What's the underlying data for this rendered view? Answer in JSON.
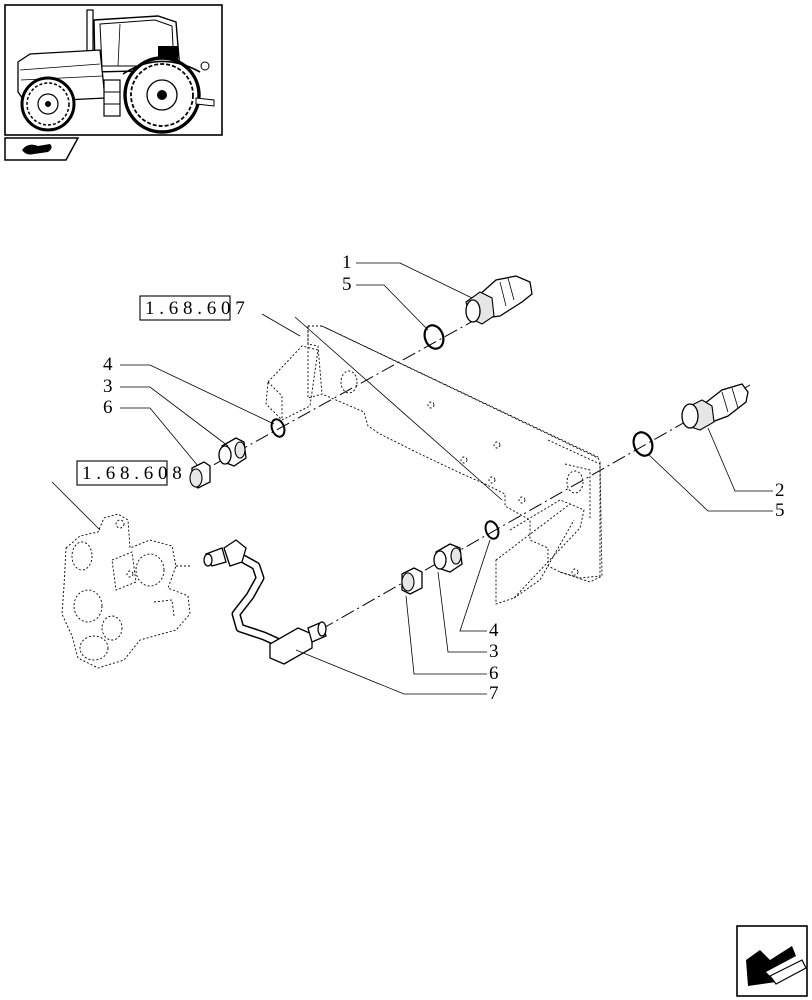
{
  "references": [
    {
      "id": "ref-1-68-6-07",
      "text": "1 . 6 8 . 6   0 7"
    },
    {
      "id": "ref-1-68-6-08",
      "text": "1 . 6 8 . 6   0 8"
    }
  ],
  "callouts": {
    "c1": "1",
    "c5_top": "5",
    "c4_left": "4",
    "c3_left": "3",
    "c6_left": "6",
    "c2_right": "2",
    "c5_right": "5",
    "c4_bottom": "4",
    "c3_bottom": "3",
    "c6_bottom": "6",
    "c7_bottom": "7"
  },
  "icons": {
    "thumbnail": "tractor-thumbnail-icon",
    "section": "section-hand-icon",
    "next_page": "next-page-arrow-icon"
  }
}
